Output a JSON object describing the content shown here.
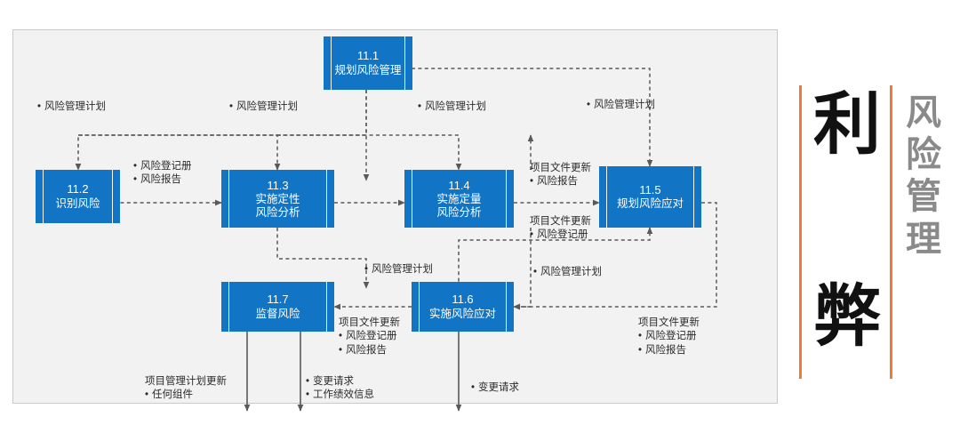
{
  "diagram": {
    "title_panel": {
      "big_chars": [
        "利",
        "弊"
      ],
      "vertical_title": [
        "风",
        "险",
        "管",
        "理"
      ],
      "rule_color": "#ED7D31",
      "big_char_color": "#111111",
      "vertical_title_color": "#8a8a8a"
    },
    "canvas": {
      "background": "#f2f2f2",
      "border_color": "#c9c9c9"
    },
    "box_color": "#1274c4",
    "box_text_color": "#ffffff",
    "connector_color": "#595959",
    "processes": [
      {
        "id": "11.1",
        "number": "11.1",
        "name": "规划风险管理"
      },
      {
        "id": "11.2",
        "number": "11.2",
        "name": "识别风险"
      },
      {
        "id": "11.3",
        "number": "11.3",
        "name": "实施定性\n风险分析",
        "line1": "实施定性",
        "line2": "风险分析"
      },
      {
        "id": "11.4",
        "number": "11.4",
        "name": "实施定量\n风险分析",
        "line1": "实施定量",
        "line2": "风险分析"
      },
      {
        "id": "11.5",
        "number": "11.5",
        "name": "规划风险应对"
      },
      {
        "id": "11.6",
        "number": "11.6",
        "name": "实施风险应对"
      },
      {
        "id": "11.7",
        "number": "11.7",
        "name": "监督风险"
      }
    ],
    "labels": [
      {
        "id": "l-top-1",
        "bullets": [
          "风险管理计划"
        ]
      },
      {
        "id": "l-top-2",
        "bullets": [
          "风险管理计划"
        ]
      },
      {
        "id": "l-top-3",
        "bullets": [
          "风险管理计划"
        ]
      },
      {
        "id": "l-top-4",
        "bullets": [
          "风险管理计划"
        ]
      },
      {
        "id": "l-reg-rep",
        "bullets": [
          "风险登记册",
          "风险报告"
        ]
      },
      {
        "id": "l-pdu-rep",
        "header": "项目文件更新",
        "bullets": [
          "风险报告"
        ]
      },
      {
        "id": "l-pdu-reg",
        "header": "项目文件更新",
        "bullets": [
          "风险登记册"
        ]
      },
      {
        "id": "l-mid-1",
        "bullets": [
          "风险管理计划"
        ]
      },
      {
        "id": "l-mid-2",
        "bullets": [
          "风险管理计划"
        ]
      },
      {
        "id": "l-pdu-c",
        "header": "项目文件更新",
        "bullets": [
          "风险登记册",
          "风险报告"
        ]
      },
      {
        "id": "l-pdu-r",
        "header": "项目文件更新",
        "bullets": [
          "风险登记册",
          "风险报告"
        ]
      },
      {
        "id": "l-pmpu",
        "header": "项目管理计划更新",
        "bullets": [
          "任何组件"
        ]
      },
      {
        "id": "l-cr-wpi",
        "bullets": [
          "变更请求",
          "工作绩效信息"
        ]
      },
      {
        "id": "l-cr",
        "bullets": [
          "变更请求"
        ]
      }
    ]
  }
}
